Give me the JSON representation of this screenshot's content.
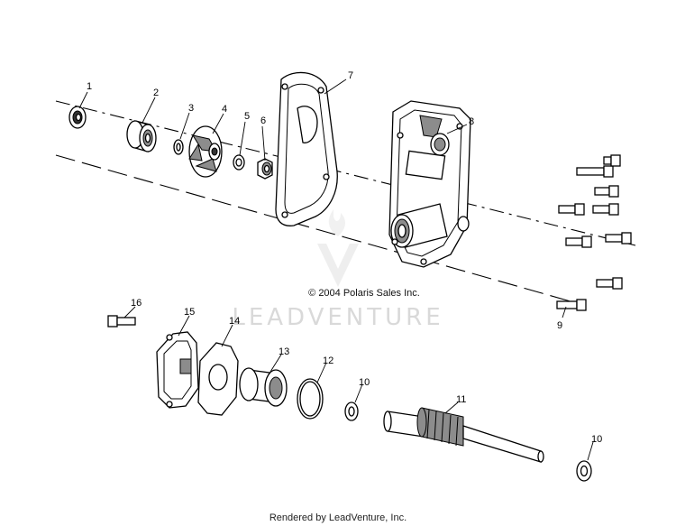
{
  "callouts": [
    {
      "id": "c1",
      "label": "1"
    },
    {
      "id": "c2",
      "label": "2"
    },
    {
      "id": "c3",
      "label": "3"
    },
    {
      "id": "c4",
      "label": "4"
    },
    {
      "id": "c5",
      "label": "5"
    },
    {
      "id": "c6",
      "label": "6"
    },
    {
      "id": "c7",
      "label": "7"
    },
    {
      "id": "c8",
      "label": "8"
    },
    {
      "id": "c9",
      "label": "9"
    },
    {
      "id": "c10a",
      "label": "10"
    },
    {
      "id": "c10b",
      "label": "10"
    },
    {
      "id": "c11",
      "label": "11"
    },
    {
      "id": "c12",
      "label": "12"
    },
    {
      "id": "c13",
      "label": "13"
    },
    {
      "id": "c14",
      "label": "14"
    },
    {
      "id": "c15",
      "label": "15"
    },
    {
      "id": "c16",
      "label": "16"
    }
  ],
  "copyright": "© 2004 Polaris Sales Inc.",
  "watermark": "LEADVENTURE",
  "footer": "Rendered by LeadVenture, Inc."
}
